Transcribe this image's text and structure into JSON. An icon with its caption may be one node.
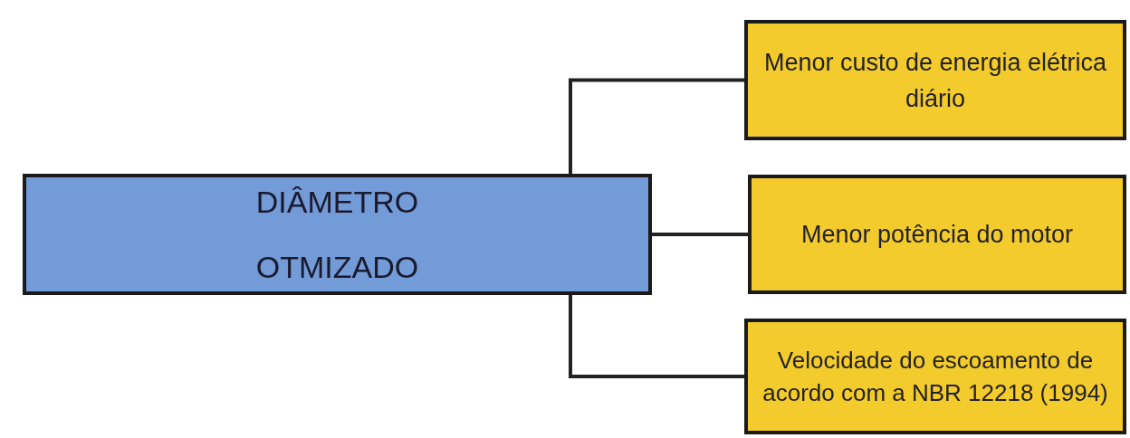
{
  "diagram": {
    "nodes": [
      {
        "text": [
          "DIÂMETRO OTMIZADO"
        ]
      },
      {
        "text": [
          "Menor custo de energia elétrica diário"
        ]
      },
      {
        "text": [
          "Menor potência do motor"
        ]
      },
      {
        "text": [
          "Velocidade do escoamento de acordo com a NBR 12218 (1994)"
        ]
      }
    ],
    "edges": [
      {
        "from": 0,
        "to": 1,
        "arrow": "none"
      },
      {
        "from": 0,
        "to": 2,
        "arrow": "none"
      },
      {
        "from": 0,
        "to": 3,
        "arrow": "none"
      }
    ]
  }
}
